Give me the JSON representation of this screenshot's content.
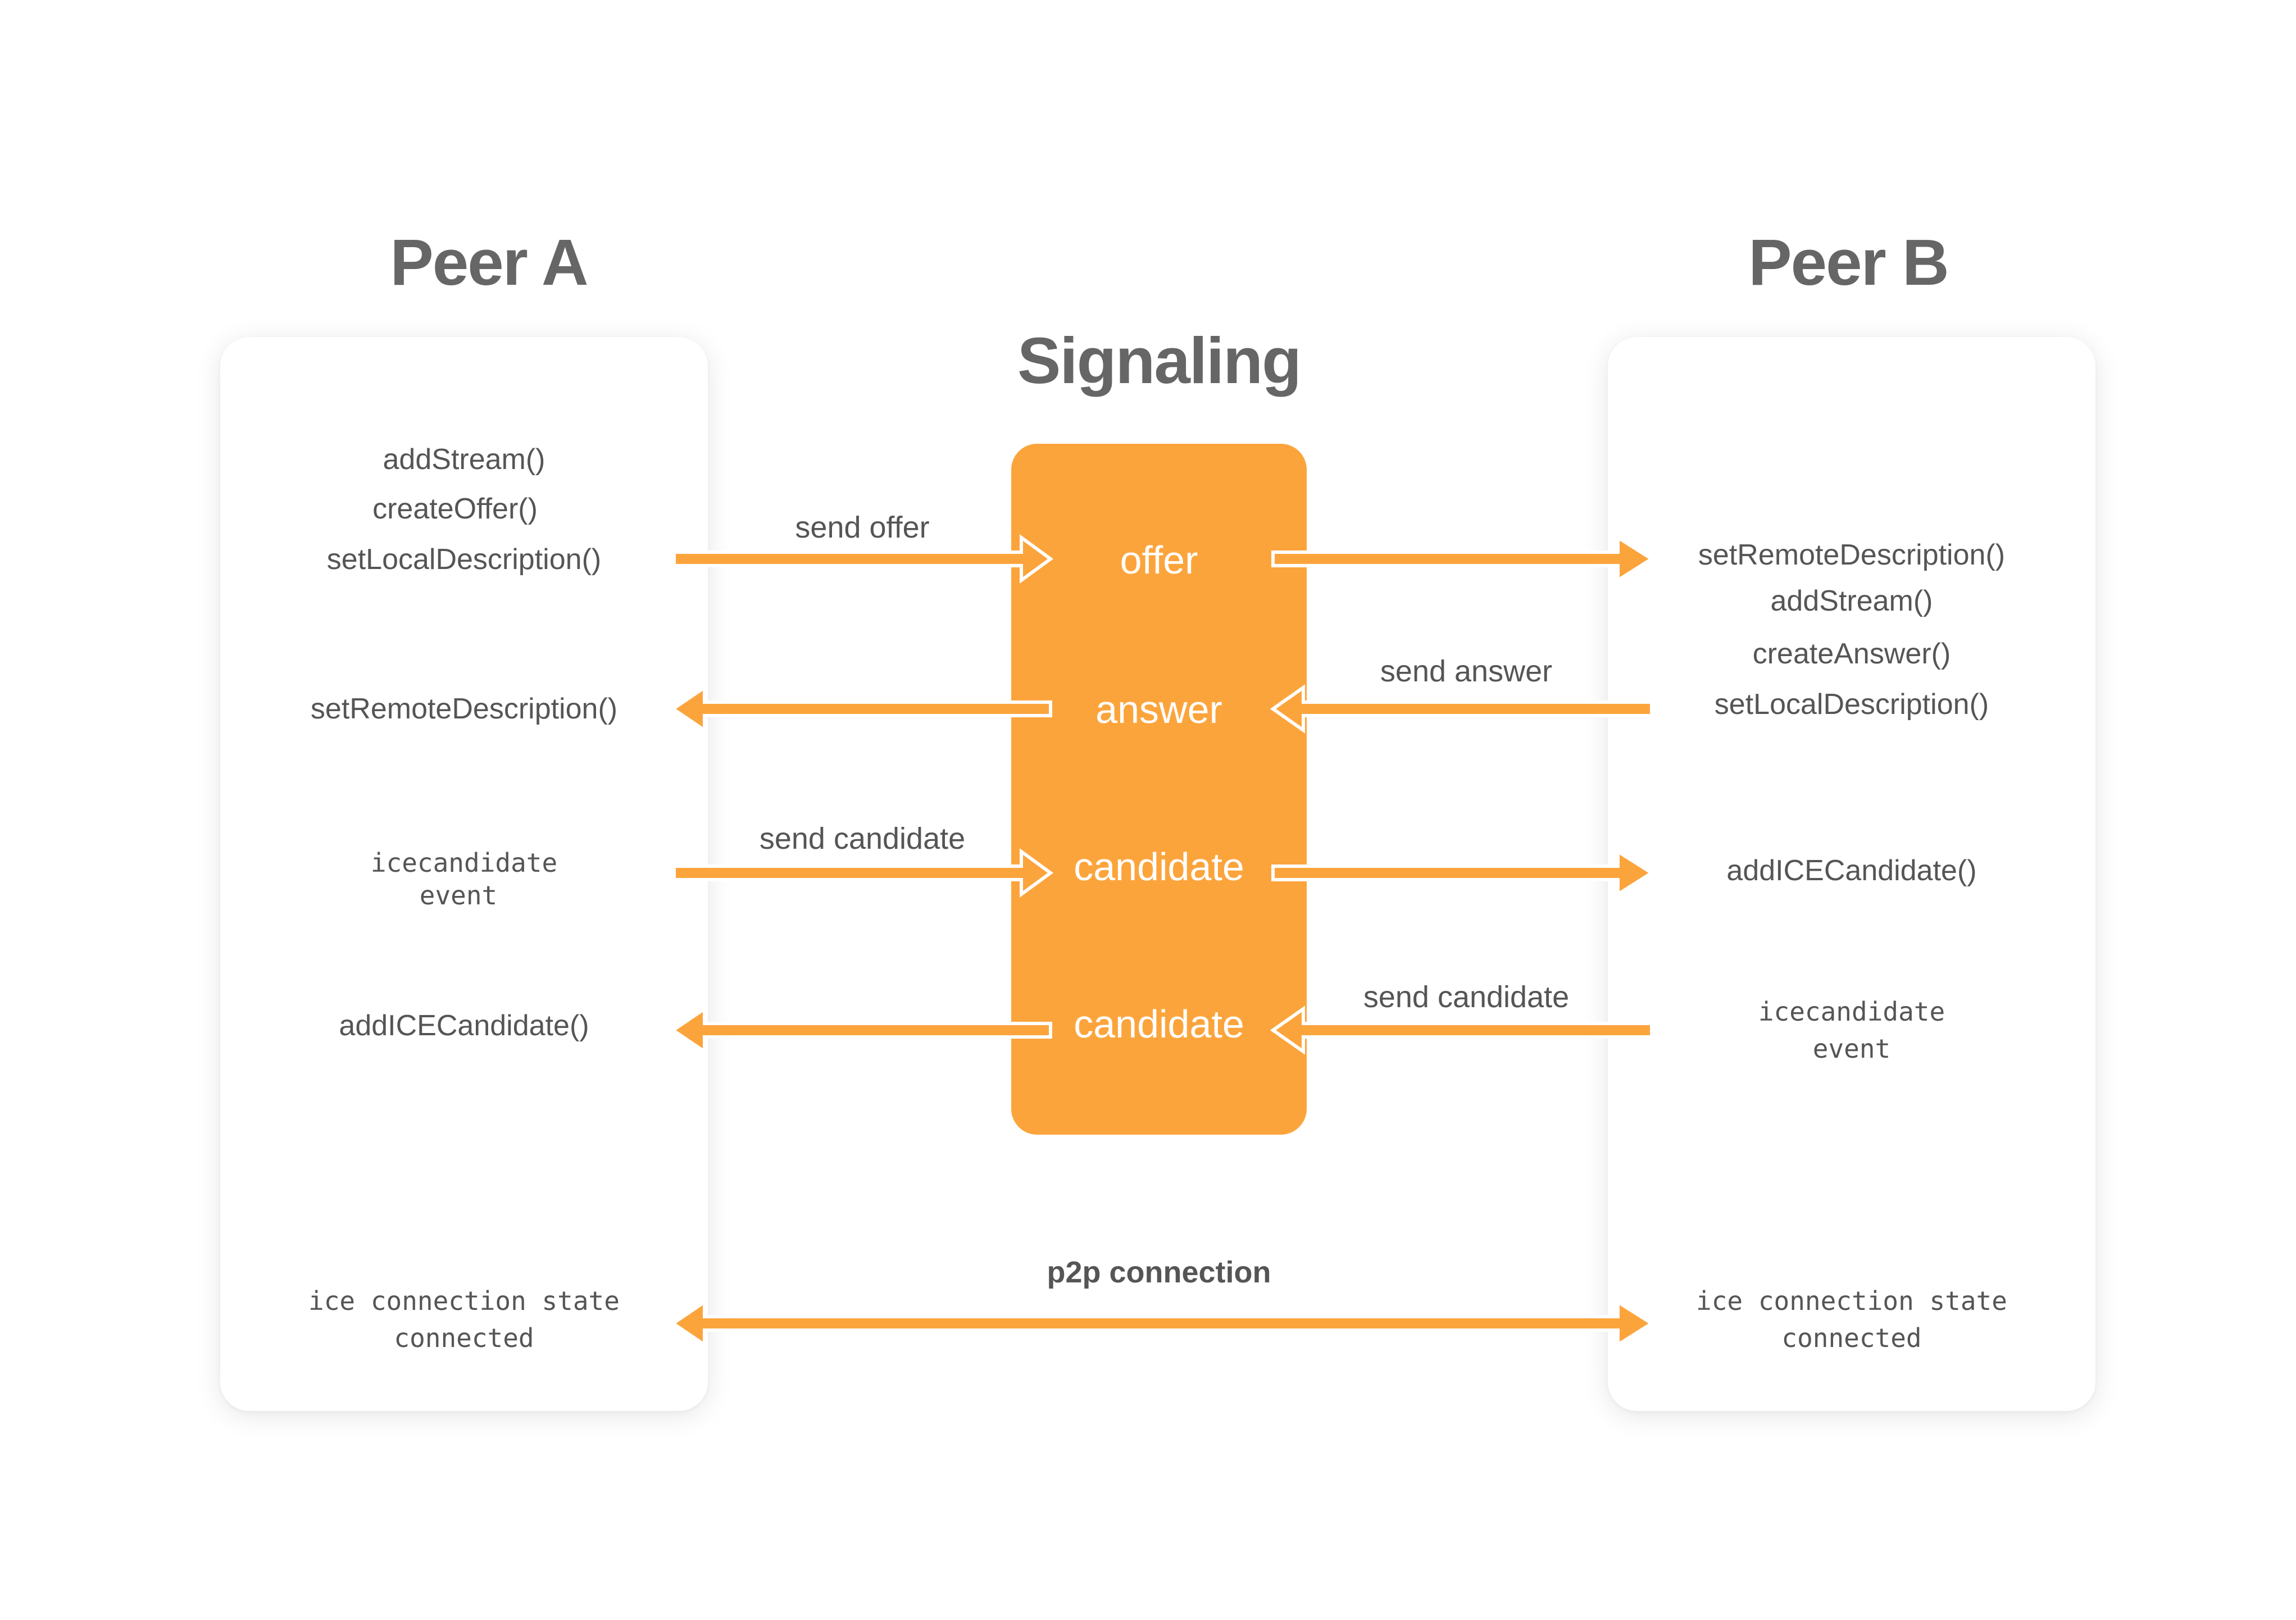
{
  "peer_a": {
    "title": "Peer A",
    "calls_top": [
      "addStream()",
      "createOffer()",
      "setLocalDescription()"
    ],
    "answer_call": "setRemoteDescription()",
    "event_line1": "icecandidate",
    "event_line2": "event",
    "add_candidate": "addICECandidate()",
    "state_line1": "ice connection state",
    "state_line2": "connected"
  },
  "signaling": {
    "title": "Signaling",
    "messages": [
      "offer",
      "answer",
      "candidate",
      "candidate"
    ]
  },
  "peer_b": {
    "title": "Peer B",
    "calls": [
      "setRemoteDescription()",
      "addStream()",
      "createAnswer()",
      "setLocalDescription()"
    ],
    "add_candidate": "addICECandidate()",
    "event_line1": "icecandidate",
    "event_line2": "event",
    "state_line1": "ice connection state",
    "state_line2": "connected"
  },
  "labels": {
    "send_offer": "send offer",
    "send_answer": "send answer",
    "send_candidate_a": "send candidate",
    "send_candidate_b": "send candidate",
    "p2p": "p2p connection"
  },
  "colors": {
    "accent": "#fca43c",
    "text": "#555555",
    "title": "#666666"
  }
}
